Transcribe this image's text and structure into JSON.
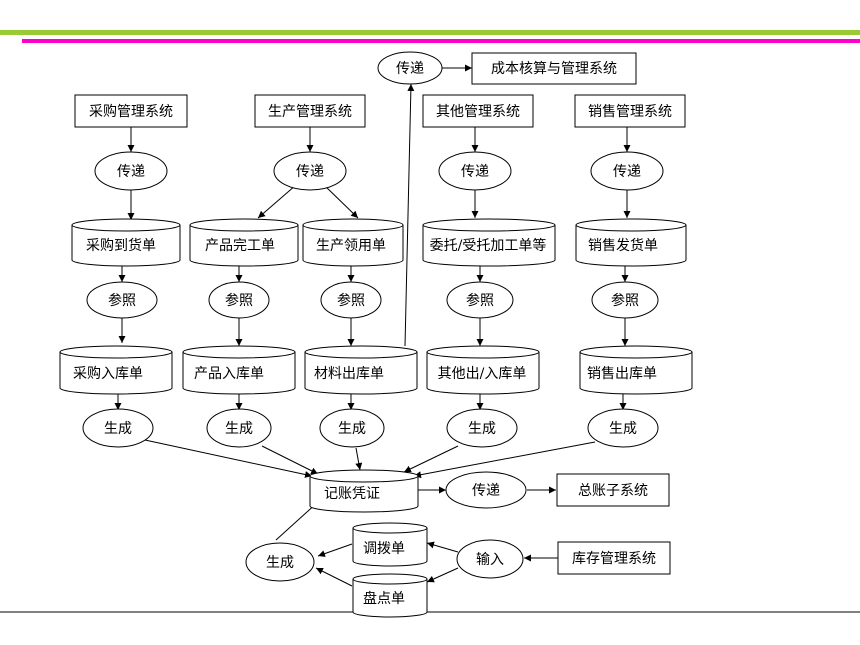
{
  "colors": {
    "green_rule": "#99cc33",
    "magenta_rule": "#ff00cc",
    "line": "#000000"
  },
  "labels": {
    "transfer": "传递",
    "reference": "参照",
    "generate": "生成",
    "input": "输入",
    "cost_system": "成本核算与管理系统",
    "purchase_system": "采购管理系统",
    "production_system": "生产管理系统",
    "other_system": "其他管理系统",
    "sales_system": "销售管理系统",
    "purchase_arrival": "采购到货单",
    "product_completion": "产品完工单",
    "production_requisition": "生产领用单",
    "outsourcing_order": "委托/受托加工单等",
    "sales_delivery": "销售发货单",
    "purchase_in": "采购入库单",
    "product_in": "产品入库单",
    "material_out": "材料出库单",
    "other_inout": "其他出/入库单",
    "sales_out": "销售出库单",
    "voucher": "记账凭证",
    "general_ledger": "总账子系统",
    "transfer_order": "调拨单",
    "inventory_count": "盘点单",
    "inventory_system": "库存管理系统"
  }
}
